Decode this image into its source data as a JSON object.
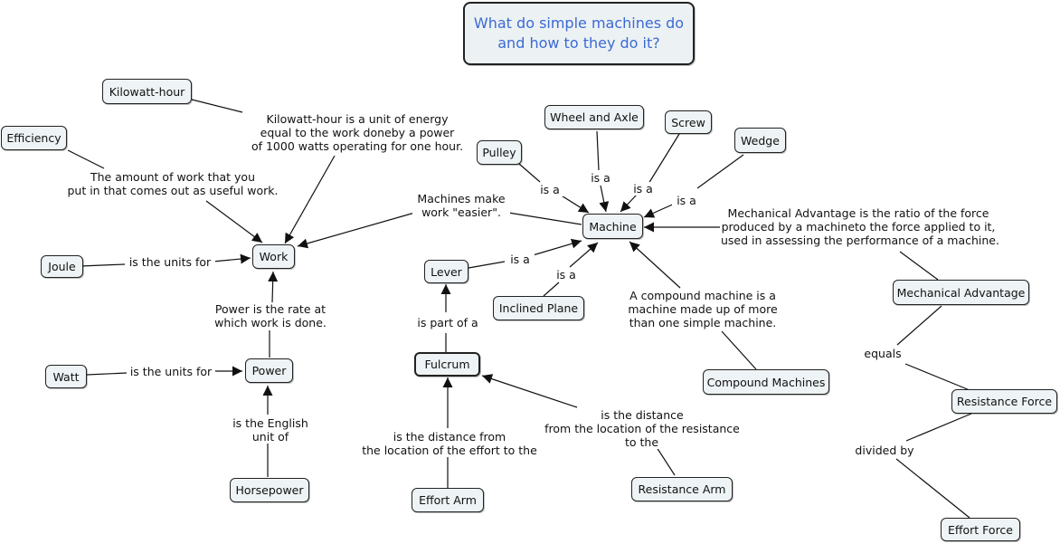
{
  "title": {
    "line1": "What do simple machines do",
    "line2": "and how to they do it?"
  },
  "nodes": {
    "kilowatt_hour": "Kilowatt-hour",
    "efficiency": "Efficiency",
    "joule": "Joule",
    "work": "Work",
    "watt": "Watt",
    "power": "Power",
    "horsepower": "Horsepower",
    "lever": "Lever",
    "fulcrum": "Fulcrum",
    "effort_arm": "Effort Arm",
    "resistance_arm": "Resistance Arm",
    "inclined_plane": "Inclined Plane",
    "machine": "Machine",
    "pulley": "Pulley",
    "wheel_and_axle": "Wheel and Axle",
    "screw": "Screw",
    "wedge": "Wedge",
    "compound_machines": "Compound Machines",
    "mechanical_advantage": "Mechanical Advantage",
    "resistance_force": "Resistance Force",
    "effort_force": "Effort Force"
  },
  "links": {
    "kwh": {
      "l1": "Kilowatt-hour is a unit of energy",
      "l2": "equal to the work doneby a power",
      "l3": "of 1000 watts operating for one hour."
    },
    "eff": {
      "l1": "The amount of work that you",
      "l2": "put in that comes out as useful work."
    },
    "joule_units": "is the units for",
    "watt_units": "is the units for",
    "power_rate": {
      "l1": "Power is the rate at",
      "l2": "which work is done."
    },
    "english_unit": {
      "l1": "is the English",
      "l2": "unit of"
    },
    "easier": {
      "l1": "Machines make",
      "l2": "work \"easier\"."
    },
    "lever_isa": "is a",
    "incline_isa": "is a",
    "pulley_isa": "is a",
    "wheel_isa": "is a",
    "screw_isa": "is a",
    "wedge_isa": "is a",
    "part_of": "is part of a",
    "effort_dist": {
      "l1": "is the distance from",
      "l2": "the location of the effort to the"
    },
    "resist_dist": {
      "l1": "is the distance",
      "l2": "from the location of the resistance",
      "l3": "to the"
    },
    "compound": {
      "l1": "A compound machine is a",
      "l2": "machine made up of more",
      "l3": "than one simple machine."
    },
    "ma_def": {
      "l1": "Mechanical Advantage is the ratio of the force",
      "l2": "produced by a machineto the force applied to it,",
      "l3": "used in assessing the performance of a machine."
    },
    "equals": "equals",
    "divided_by": "divided by"
  }
}
